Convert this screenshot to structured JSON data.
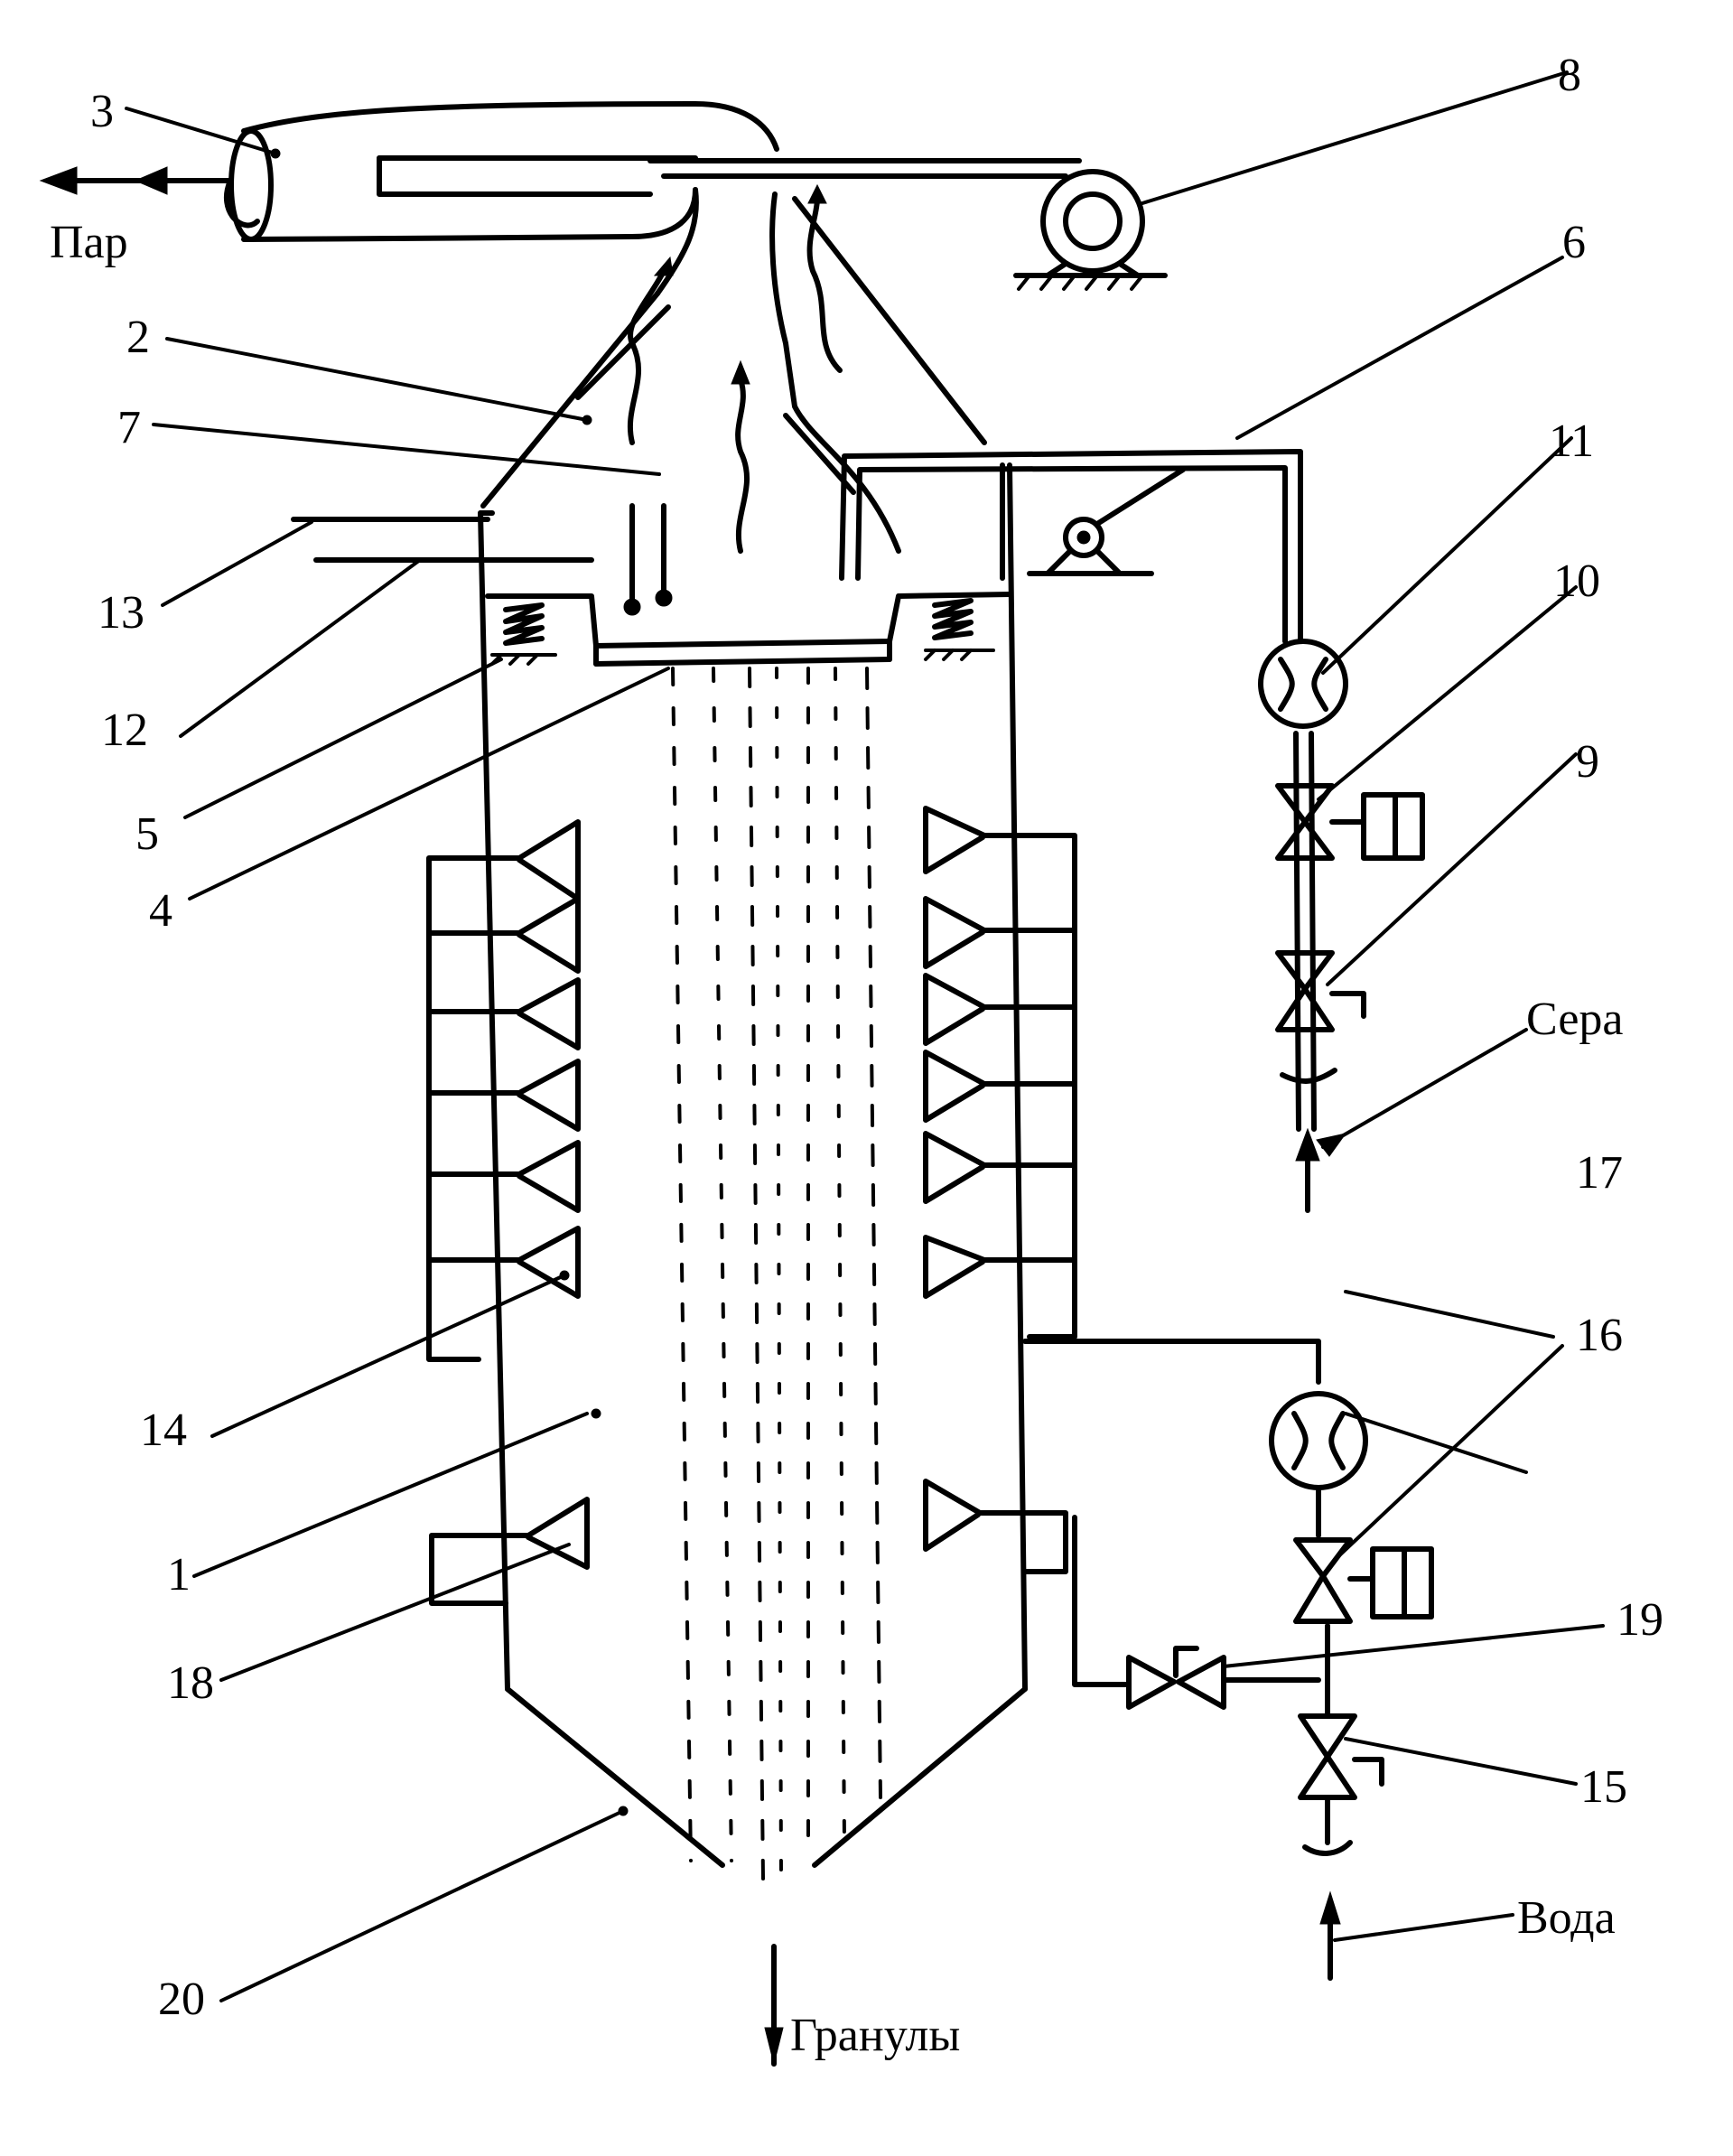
{
  "labels": {
    "l1": "1",
    "l2": "2",
    "l3": "3",
    "l4": "4",
    "l5": "5",
    "l6": "6",
    "l7": "7",
    "l8": "8",
    "l9": "9",
    "l10": "10",
    "l11": "11",
    "l12": "12",
    "l13": "13",
    "l14": "14",
    "l15": "15",
    "l16": "16",
    "l17": "17",
    "l18": "18",
    "l19": "19",
    "l20": "20"
  },
  "streams": {
    "steam": "Пар",
    "sulfur": "Сера",
    "water": "Вода",
    "granules": "Гранулы"
  }
}
